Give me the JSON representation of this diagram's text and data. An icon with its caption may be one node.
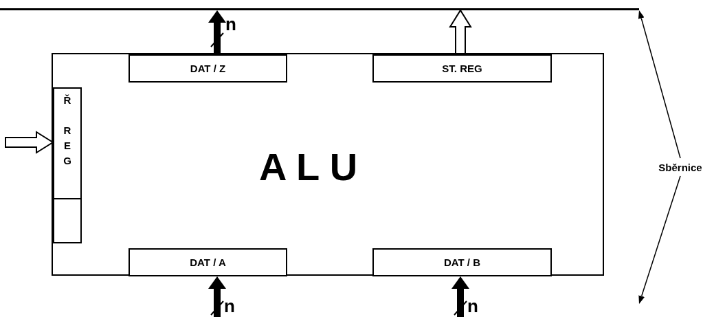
{
  "diagram": {
    "nodes": [
      {
        "text": [
          "A L U"
        ]
      },
      {
        "text": [
          "DAT / Z"
        ],
        "in": 0
      },
      {
        "text": [
          "ST. REG"
        ],
        "in": 0
      },
      {
        "text": [
          "Ř",
          "REG"
        ],
        "in": 0
      },
      {
        "text": [],
        "shape": "box",
        "in": 0
      },
      {
        "text": [
          "DAT / A"
        ],
        "in": 0
      },
      {
        "text": [
          "DAT / B"
        ],
        "in": 0
      },
      {
        "text": [],
        "shape": "bar"
      },
      {
        "text": [
          "Sběrnice"
        ]
      }
    ],
    "edges": [
      {
        "from": 1,
        "to": 7,
        "arrow": "to",
        "label": "n"
      },
      {
        "from": 2,
        "to": 7,
        "arrow": "to"
      },
      {
        "from": null,
        "to": 3,
        "arrow": "to"
      },
      {
        "from": null,
        "to": 5,
        "arrow": "to",
        "label": "n"
      },
      {
        "from": null,
        "to": 6,
        "arrow": "to",
        "label": "n"
      },
      {
        "from": 8,
        "to": 7,
        "arrow": "to"
      },
      {
        "from": 8,
        "to": null,
        "arrow": "to"
      }
    ]
  }
}
